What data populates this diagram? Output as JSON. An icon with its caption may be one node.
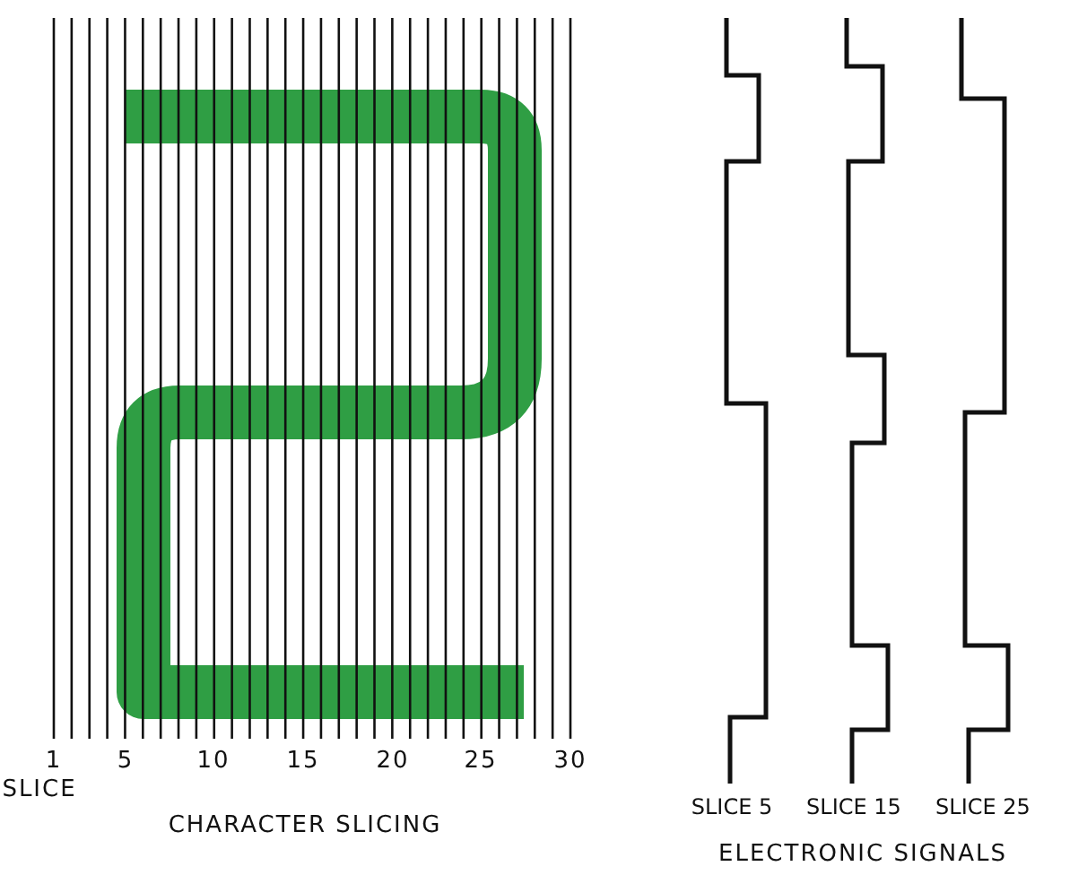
{
  "diagram": {
    "labels": [
      "1",
      "5",
      "10",
      "15",
      "20",
      "25",
      "30",
      "SLICE 5",
      "SLICE 15",
      "SLICE 25",
      "SLICE",
      "CHARACTER SLICING",
      "ELECTRONIC SIGNALS"
    ]
  }
}
